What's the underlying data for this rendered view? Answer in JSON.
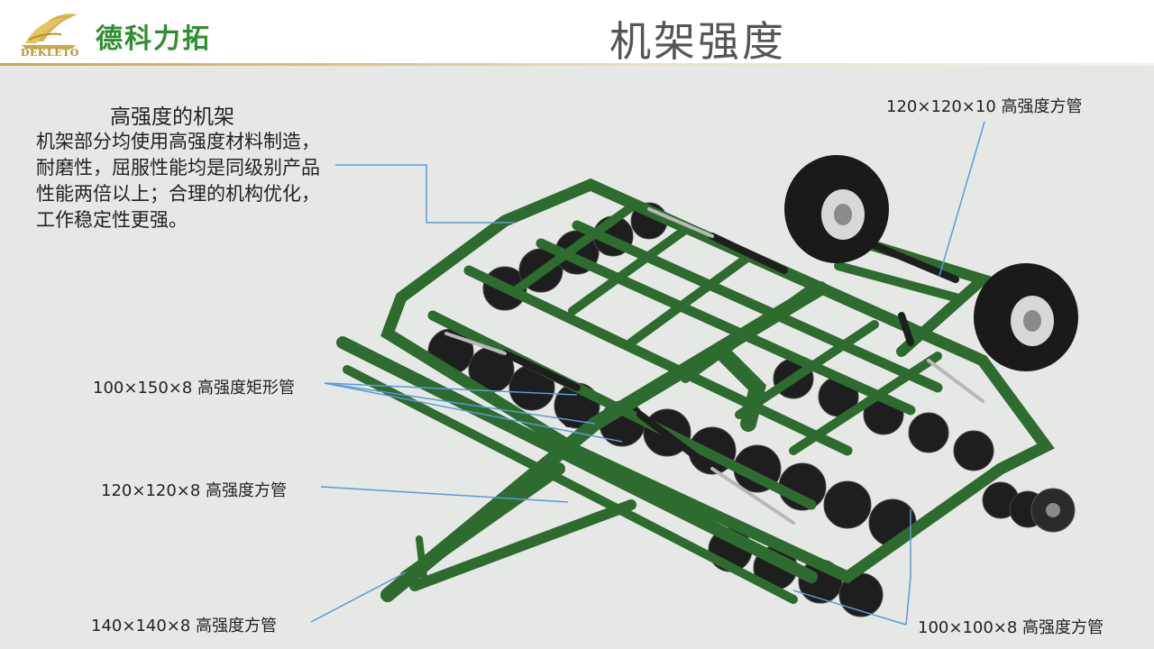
{
  "header": {
    "logo_text": "DEKLETO",
    "brand": "德科力拓",
    "title": "机架强度"
  },
  "description": {
    "heading": "高强度的机架",
    "body": "机架部分均使用高强度材料制造，耐磨性，屈服性能均是同级别产品性能两倍以上；合理的机构优化，工作稳定性更强。"
  },
  "callouts": {
    "axle": "120×120×10 高强度方管",
    "rect_tube": "100×150×8 高强度矩形管",
    "square_120": "120×120×8 高强度方管",
    "square_140": "140×140×8 高强度方管",
    "square_100": "100×100×8 高强度方管"
  },
  "colors": {
    "frame_green": "#2e6b2e",
    "brand_green": "#2f8f2f",
    "logo_gold": "#c9a94a",
    "leader_blue": "#5b9bd5"
  }
}
